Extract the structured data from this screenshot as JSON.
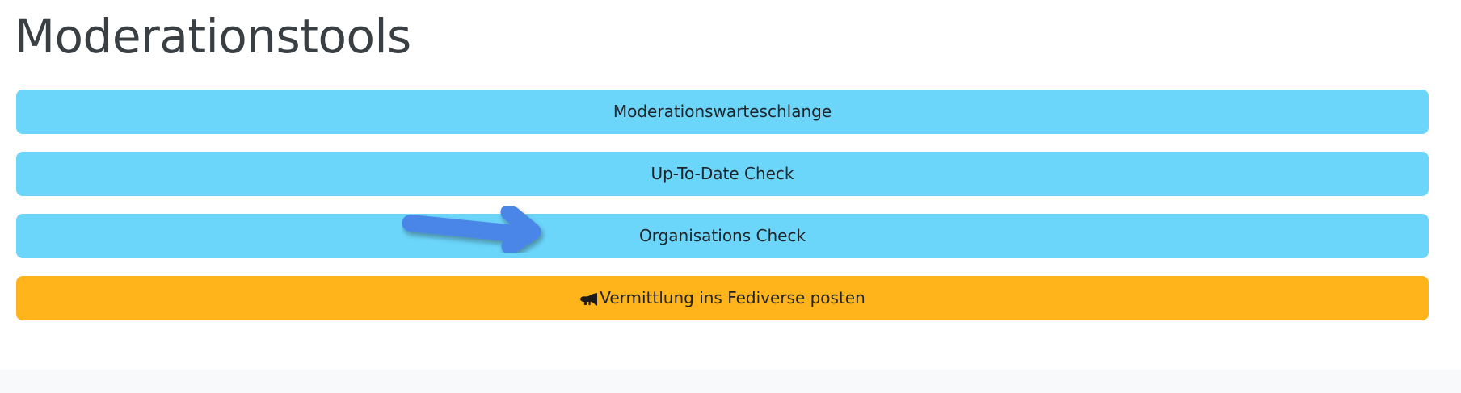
{
  "page": {
    "title": "Moderationstools",
    "background_color": "#ffffff",
    "bottom_strip_color": "#f8f9fa",
    "title_color": "#3a3f44"
  },
  "colors": {
    "blue_button": "#6bd5fa",
    "amber_button": "#ffb41b",
    "button_text": "#212529",
    "annotation_arrow": "#4a86e8"
  },
  "buttons": [
    {
      "label": "Moderationswarteschlange",
      "variant": "blue",
      "icon": null
    },
    {
      "label": "Up-To-Date Check",
      "variant": "blue",
      "icon": null
    },
    {
      "label": "Organisations Check",
      "variant": "blue",
      "icon": null,
      "annotated": true
    },
    {
      "label": "Vermittlung ins Fediverse posten",
      "variant": "amber",
      "icon": "bullhorn-icon"
    }
  ],
  "annotation": {
    "type": "arrow",
    "direction": "right",
    "points_to": "Organisations Check",
    "color": "#4a86e8"
  }
}
